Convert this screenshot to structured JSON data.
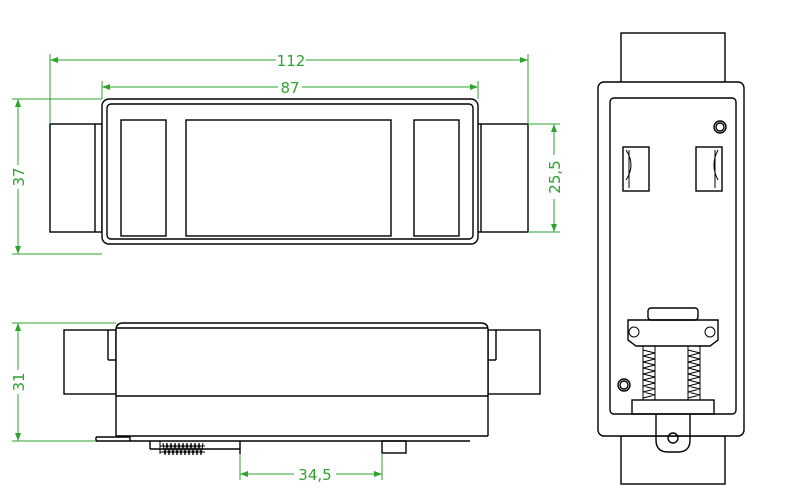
{
  "drawing": {
    "colors": {
      "outline": "#000000",
      "dimension": "#2ea32e",
      "background": "#ffffff"
    },
    "dimensions": {
      "overall_length": "112",
      "body_length": "87",
      "overall_height": "37",
      "connector_height": "25,5",
      "side_height": "31",
      "clip_offset": "34,5"
    }
  }
}
